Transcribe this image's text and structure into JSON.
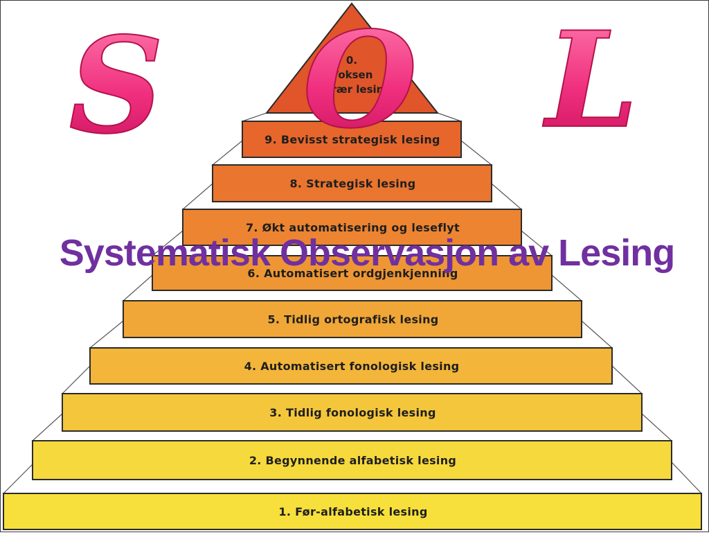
{
  "title": "Systematisk Observasjon av Lesing",
  "letters": [
    "S",
    "O",
    "L"
  ],
  "peak": {
    "lines": [
      "0.",
      "Voksen",
      "literær lesing"
    ],
    "color": "#e0552a"
  },
  "steps": [
    {
      "label": "1. Før-alfabetisk lesing",
      "color": "#f7e03c"
    },
    {
      "label": "2. Begynnende alfabetisk lesing",
      "color": "#f6d93c"
    },
    {
      "label": "3. Tidlig fonologisk lesing",
      "color": "#f4c63b"
    },
    {
      "label": "4. Automatisert fonologisk lesing",
      "color": "#f3b63a"
    },
    {
      "label": "5. Tidlig ortografisk lesing",
      "color": "#f1a737"
    },
    {
      "label": "6. Automatisert ordgjenkjenning",
      "color": "#ee9634"
    },
    {
      "label": "7. Økt automatisering og leseflyt",
      "color": "#ec8431"
    },
    {
      "label": "8. Strategisk lesing",
      "color": "#e9752f"
    },
    {
      "label": "9. Bevisst strategisk lesing",
      "color": "#e6662c"
    }
  ],
  "colors": {
    "title": "#7030a0",
    "letter_gradient_top": "#ff7fb0",
    "letter_gradient_bottom": "#e0146b"
  }
}
